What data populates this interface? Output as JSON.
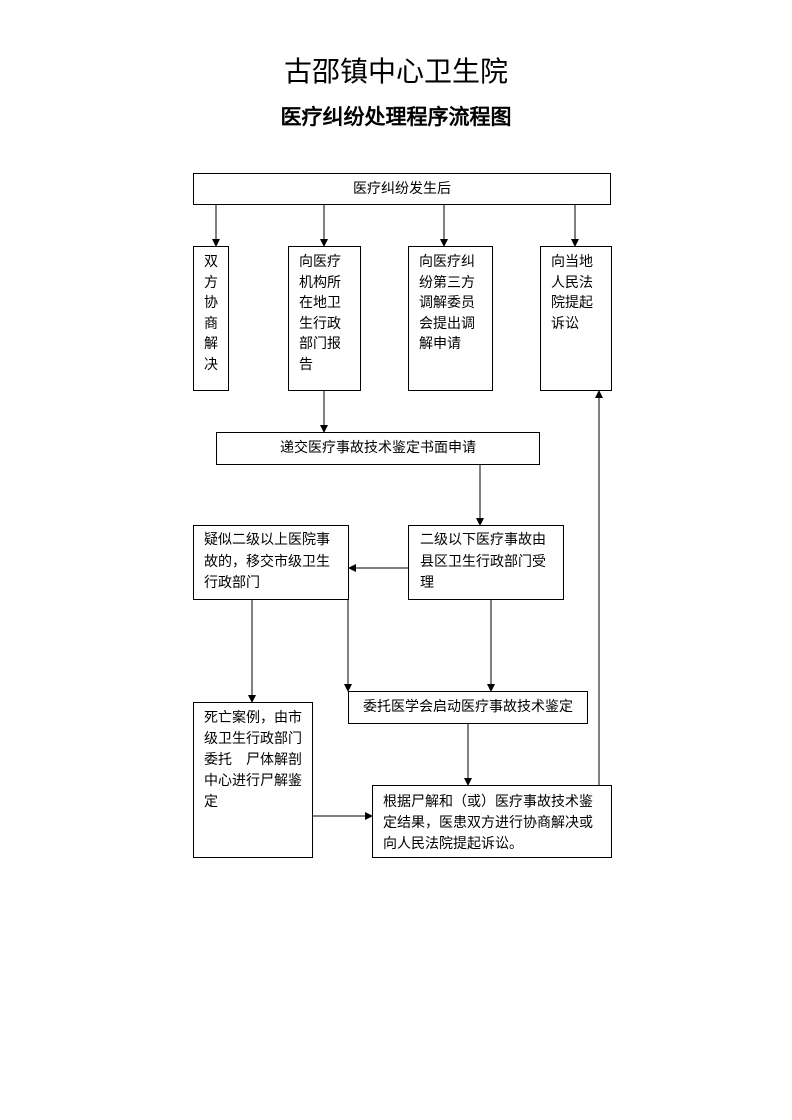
{
  "header": {
    "organization": "古邵镇中心卫生院",
    "title": "医疗纠纷处理程序流程图"
  },
  "flow": {
    "start": {
      "lines": [
        "医疗纠纷发生后"
      ]
    },
    "negotiate": {
      "lines": [
        "双",
        "方",
        "协",
        "商",
        "解",
        "决"
      ]
    },
    "report": {
      "lines": [
        "向医疗",
        "机构所",
        "在地卫",
        "生行政",
        "部门报",
        "告"
      ]
    },
    "mediation": {
      "lines": [
        "向医疗纠",
        "纷第三方",
        "调解委员",
        "会提出调",
        "解申请"
      ]
    },
    "lawsuit": {
      "lines": [
        "向当地",
        "人民法",
        "院提起",
        "诉讼"
      ]
    },
    "appraisal_request": {
      "lines": [
        "递交医疗事故技术鉴定书面申请"
      ]
    },
    "city_level": {
      "lines": [
        "疑似二级以上医院事",
        "故的，移交市级卫生",
        "行政部门"
      ]
    },
    "county_level": {
      "lines": [
        "二级以下医疗事故由",
        "县区卫生行政部门受",
        "理"
      ]
    },
    "medical_association": {
      "lines": [
        "委托医学会启动医疗事故技术鉴定"
      ]
    },
    "autopsy": {
      "lines": [
        "死亡案例，由市",
        "级卫生行政部门",
        "委托　尸体解剖",
        "中心进行尸解鉴",
        "定"
      ]
    },
    "resolution": {
      "lines": [
        "根据尸解和（或）医疗事故技术鉴",
        "定结果，医患双方进行协商解决或",
        "向人民法院提起诉讼。"
      ]
    }
  }
}
